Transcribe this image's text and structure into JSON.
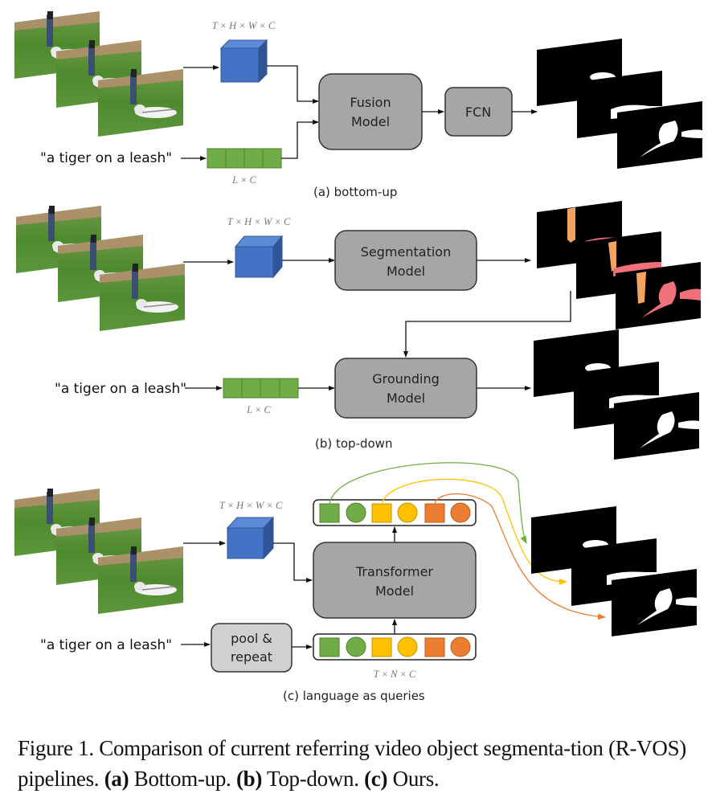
{
  "panels": {
    "a": {
      "caption": "(a) bottom-up",
      "video_dims": "T × H × W × C",
      "text_dims": "L × C",
      "query": "\"a tiger on a leash\"",
      "fusion_label": [
        "Fusion",
        "Model"
      ],
      "fcn_label": "FCN"
    },
    "b": {
      "caption": "(b) top-down",
      "video_dims": "T × H × W × C",
      "text_dims": "L × C",
      "query": "\"a tiger on a leash\"",
      "segmentation_label": [
        "Segmentation",
        "Model"
      ],
      "grounding_label": [
        "Grounding",
        "Model"
      ]
    },
    "c": {
      "caption": "(c) language as queries",
      "video_dims": "T × H × W × C",
      "query_dims": "T × N × C",
      "query": "\"a tiger on a leash\"",
      "pool_label": [
        "pool &",
        "repeat"
      ],
      "transformer_label": [
        "Transformer",
        "Model"
      ]
    }
  },
  "colors": {
    "cube_front": "#4472c4",
    "cube_top": "#5b8ad6",
    "cube_side": "#2f5597",
    "token_green": "#70ad47",
    "token_yellow": "#ffc000",
    "token_orange": "#ed7d31",
    "model_box": "#a6a6a6",
    "pool_box": "#d0d0d0",
    "mask_orange": "#f4a460",
    "mask_pink": "#f0707a"
  },
  "caption": {
    "label": "Figure 1.",
    "text1": " Comparison of current referring video object segmenta-tion (R-VOS) pipelines. ",
    "a_tag": "(a)",
    "a_text": " Bottom-up. ",
    "b_tag": "(b)",
    "b_text": " Top-down. ",
    "c_tag": "(c)",
    "c_text": " Ours."
  }
}
